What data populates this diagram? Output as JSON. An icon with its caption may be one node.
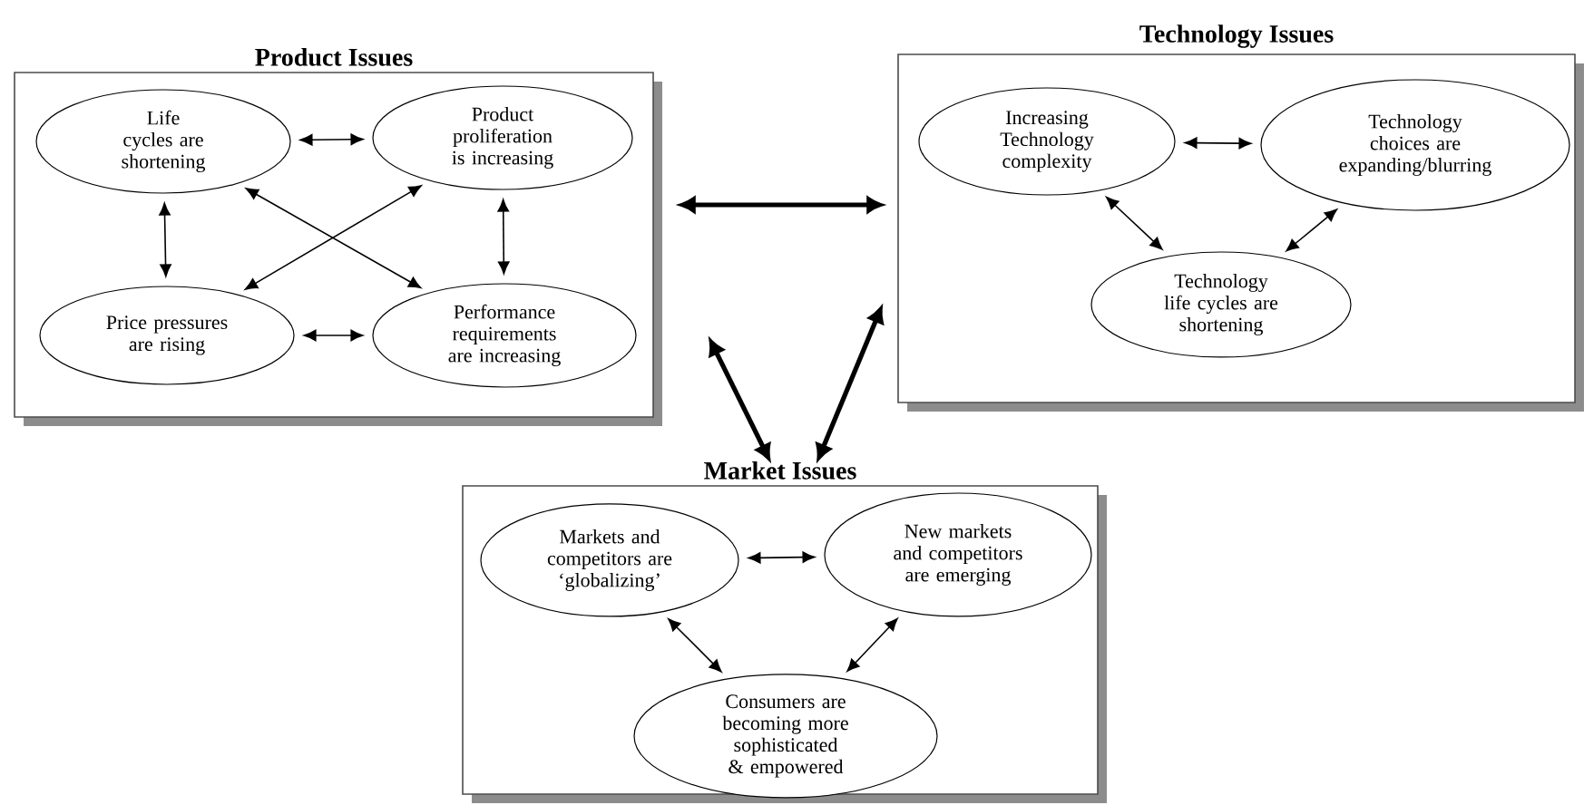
{
  "diagram": {
    "nodes": [
      {
        "text": [
          "Product Issues"
        ]
      },
      {
        "text": [
          "Life cycles are shortening"
        ],
        "in": 0
      },
      {
        "text": [
          "Product proliferation is increasing"
        ],
        "in": 0
      },
      {
        "text": [
          "Price pressures are rising"
        ],
        "in": 0
      },
      {
        "text": [
          "Performance requirements are increasing"
        ],
        "in": 0
      },
      {
        "text": [
          "Technology Issues"
        ]
      },
      {
        "text": [
          "Increasing Technology complexity"
        ],
        "in": 5
      },
      {
        "text": [
          "Technology choices are expanding/blurring"
        ],
        "in": 5
      },
      {
        "text": [
          "Technology life cycles are shortening"
        ],
        "in": 5
      },
      {
        "text": [
          "Market Issues"
        ]
      },
      {
        "text": [
          "Markets and competitors are ‘globalizing’"
        ],
        "in": 9
      },
      {
        "text": [
          "New markets and competitors are emerging"
        ],
        "in": 9
      },
      {
        "text": [
          "Consumers are becoming more sophisticated & empowered"
        ],
        "in": 9
      }
    ],
    "edges": [
      {
        "from": 1,
        "to": 2,
        "arrow": "both"
      },
      {
        "from": 1,
        "to": 3,
        "arrow": "both"
      },
      {
        "from": 2,
        "to": 4,
        "arrow": "both"
      },
      {
        "from": 3,
        "to": 4,
        "arrow": "both"
      },
      {
        "from": 1,
        "to": 4,
        "arrow": "both"
      },
      {
        "from": 2,
        "to": 3,
        "arrow": "both"
      },
      {
        "from": 6,
        "to": 7,
        "arrow": "both"
      },
      {
        "from": 6,
        "to": 8,
        "arrow": "both"
      },
      {
        "from": 7,
        "to": 8,
        "arrow": "both"
      },
      {
        "from": 10,
        "to": 11,
        "arrow": "both"
      },
      {
        "from": 10,
        "to": 12,
        "arrow": "both"
      },
      {
        "from": 11,
        "to": 12,
        "arrow": "both"
      },
      {
        "from": 0,
        "to": 5,
        "arrow": "both",
        "style": "thick"
      },
      {
        "from": 0,
        "to": 9,
        "arrow": "both",
        "style": "thick"
      },
      {
        "from": 5,
        "to": 9,
        "arrow": "both",
        "style": "thick"
      }
    ]
  }
}
